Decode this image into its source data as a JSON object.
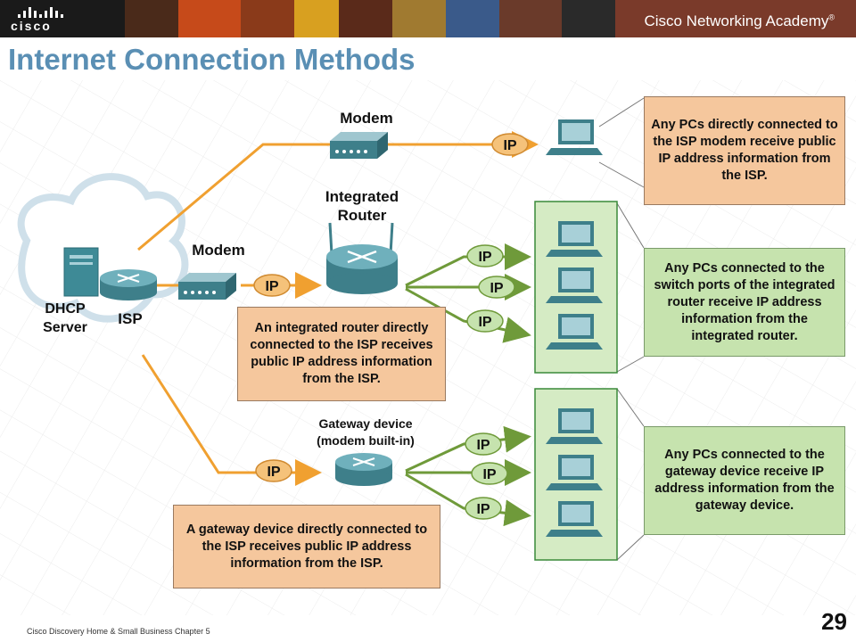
{
  "header": {
    "logo_text": "cisco",
    "academy_text": "Cisco Networking Academy",
    "academy_tm": "®"
  },
  "title": "Internet Connection Methods",
  "diagram": {
    "cloud": {
      "dhcp_label": "DHCP\nServer",
      "isp_label": "ISP"
    },
    "device_labels": {
      "modem_top": "Modem",
      "modem_mid": "Modem",
      "integrated_router": "Integrated\nRouter",
      "gateway_device": "Gateway device\n(modem built-in)"
    },
    "ip_label": "IP",
    "callouts": {
      "top_right": "Any PCs directly connected to the ISP modem receive public IP address information from the ISP.",
      "mid_right": "Any PCs connected to the switch ports of the integrated router receive IP address information from the integrated router.",
      "bottom_right": "Any PCs connected to the gateway device receive IP address information from the gateway device.",
      "mid_center": "An integrated router directly connected to the ISP receives public IP address information from the ISP.",
      "bottom_center": "A gateway device directly connected to the ISP receives public IP address information from the ISP."
    },
    "colors": {
      "orange_line": "#f0a030",
      "green_line": "#6f9a3a",
      "orange_box": "#f5c79d",
      "green_box": "#c6e3ae",
      "title": "#5a8fb4"
    }
  },
  "footer": {
    "course": "Cisco Discovery Home & Small Business Chapter 5",
    "page_number": "29"
  }
}
